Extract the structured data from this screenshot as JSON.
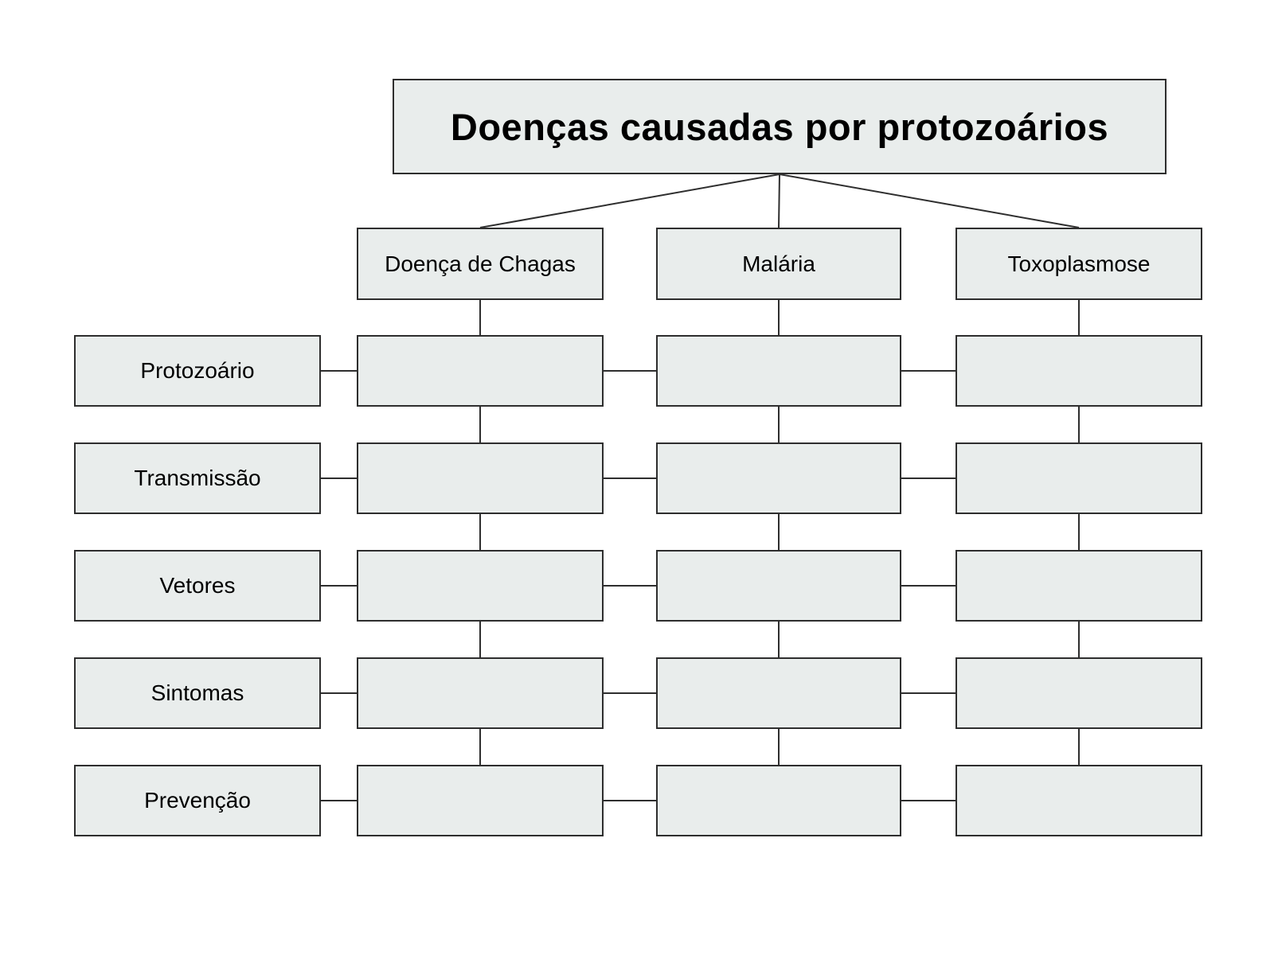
{
  "diagram": {
    "title": "Doenças causadas por protozoários",
    "columns": [
      {
        "label": "Doença de Chagas"
      },
      {
        "label": "Malária"
      },
      {
        "label": "Toxoplasmose"
      }
    ],
    "rows": [
      {
        "label": "Protozoário"
      },
      {
        "label": "Transmissão"
      },
      {
        "label": "Vetores"
      },
      {
        "label": "Sintomas"
      },
      {
        "label": "Prevenção"
      }
    ],
    "cell_values": [
      [
        "",
        "",
        ""
      ],
      [
        "",
        "",
        ""
      ],
      [
        "",
        "",
        ""
      ],
      [
        "",
        "",
        ""
      ],
      [
        "",
        "",
        ""
      ]
    ]
  },
  "colors": {
    "background": "#ffffff",
    "box_fill": "#e9edec",
    "box_border": "#2e2e2e",
    "connector_line": "#2e2e2e",
    "text": "#000000"
  }
}
